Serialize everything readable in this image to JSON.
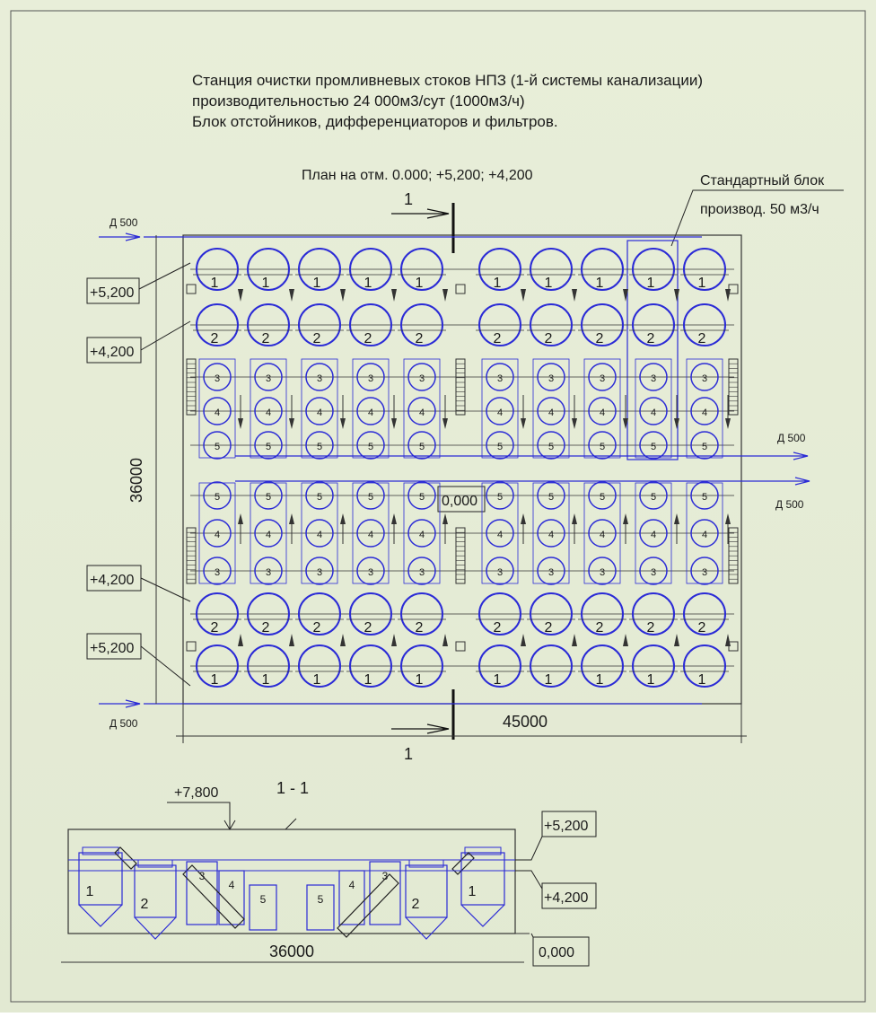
{
  "title": {
    "line1": "Станция очистки промливневых стоков НПЗ (1-й системы канализации)",
    "line2": "производительностью 24 000м3/сут (1000м3/ч)",
    "line3": "Блок отстойников, дифференциаторов и фильтров."
  },
  "plan": {
    "caption": "План на отм. 0.000; +5,200; +4,200",
    "std_block_line1": "Стандартный блок",
    "std_block_line2": "производ. 50 м3/ч",
    "section_mark": "1",
    "pipe_label": "Д 500",
    "level_a": "+5,200",
    "level_b": "+4,200",
    "level_zero": "0,000",
    "dim_height": "36000",
    "dim_width": "45000",
    "unit_labels": [
      "1",
      "2",
      "3",
      "4",
      "5"
    ]
  },
  "section": {
    "title": "1 - 1",
    "level_top": "+7,800",
    "level_a": "+5,200",
    "level_b": "+4,200",
    "level_zero": "0,000",
    "dim_width": "36000",
    "unit_labels": [
      "1",
      "2",
      "3",
      "4",
      "5",
      "5",
      "4",
      "3",
      "2",
      "1"
    ]
  },
  "colors": {
    "background": "#e5ebd5",
    "equipment": "#2b2bd6",
    "linework": "#222222"
  }
}
